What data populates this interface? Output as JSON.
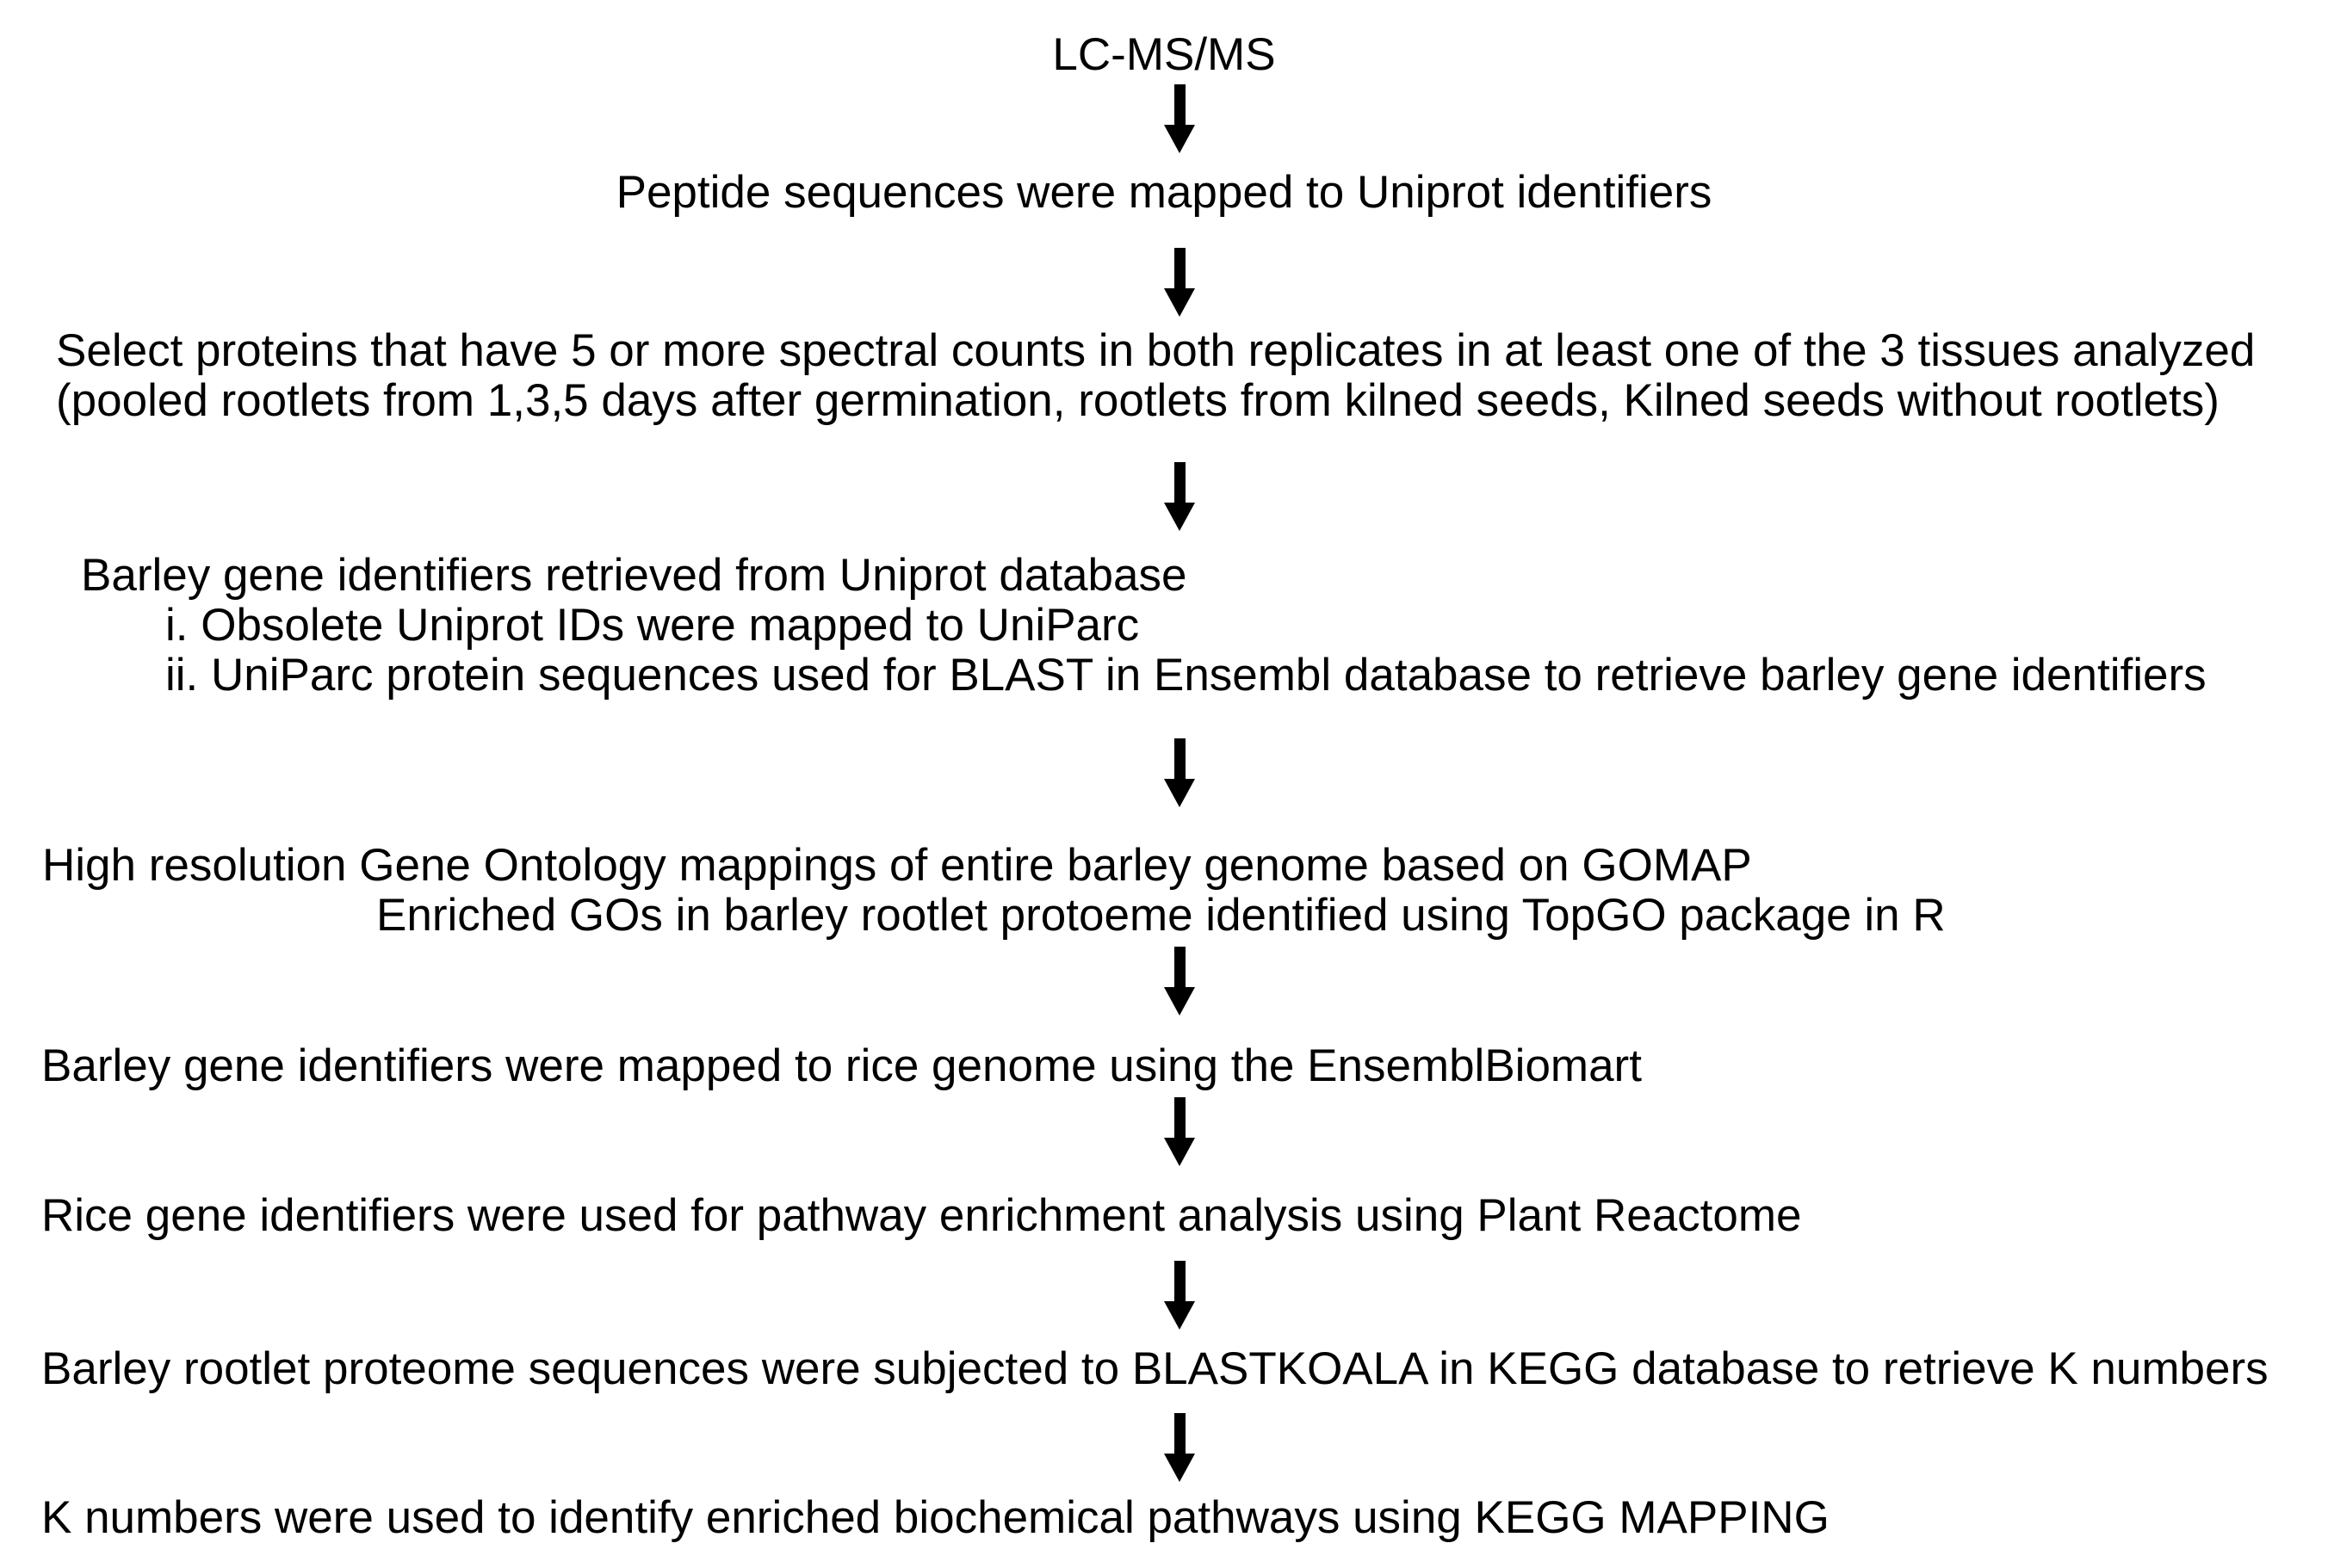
{
  "page": {
    "background_color": "#ffffff",
    "text_color": "#000000"
  },
  "flowchart": {
    "arrow_count": 8,
    "arrow_direction": "down",
    "nodes": [
      {
        "id": "lc-ms-ms",
        "lines": [
          "LC-MS/MS"
        ]
      },
      {
        "id": "peptide-mapping",
        "lines": [
          "Peptide sequences were mapped to Uniprot identifiers"
        ]
      },
      {
        "id": "protein-selection",
        "lines": [
          "Select proteins that have 5 or more spectral counts in both replicates in at least one of the 3 tissues analyzed",
          "(pooled rootlets from 1,3,5 days after germination, rootlets from kilned seeds, Kilned seeds without rootlets)"
        ]
      },
      {
        "id": "barley-gene-retrieval",
        "lines": [
          "Barley gene identifiers retrieved from Uniprot database",
          "i. Obsolete Uniprot IDs were mapped to UniParc",
          "ii. UniParc protein sequences used for BLAST in Ensembl database to retrieve barley gene identifiers"
        ]
      },
      {
        "id": "go-mapping",
        "lines": [
          "High resolution Gene Ontology mappings of entire barley genome based on GOMAP",
          "Enriched GOs in barley rootlet protoeme identified using TopGO package in R"
        ]
      },
      {
        "id": "rice-genome-mapping",
        "lines": [
          "Barley gene identifiers were mapped to rice genome using the EnsemblBiomart"
        ]
      },
      {
        "id": "pathway-enrichment",
        "lines": [
          "Rice gene identifiers were used for pathway enrichment analysis using Plant Reactome"
        ]
      },
      {
        "id": "blastkoala",
        "lines": [
          "Barley rootlet proteome sequences were subjected to BLASTKOALA in KEGG database to retrieve K numbers"
        ]
      },
      {
        "id": "kegg-mapping",
        "lines": [
          "K numbers were used to identify enriched biochemical pathways using KEGG MAPPING"
        ]
      }
    ]
  }
}
